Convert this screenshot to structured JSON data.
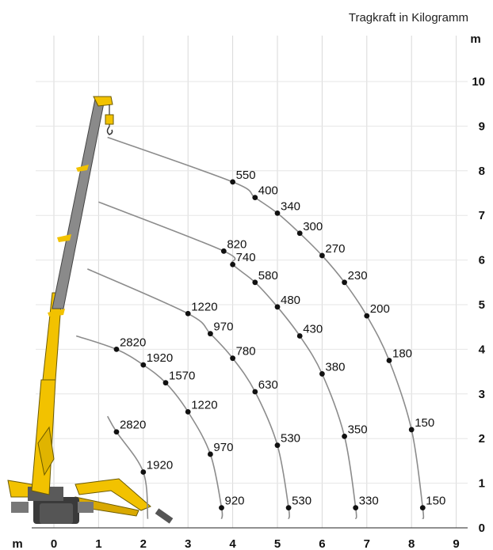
{
  "title": "Tragkraft in Kilogramm",
  "x_axis": {
    "unit": "m",
    "ticks": [
      "0",
      "1",
      "2",
      "3",
      "4",
      "5",
      "6",
      "7",
      "8",
      "9"
    ]
  },
  "y_axis": {
    "unit": "m",
    "ticks": [
      "0",
      "1",
      "2",
      "3",
      "4",
      "5",
      "6",
      "7",
      "8",
      "9",
      "10"
    ]
  },
  "colors": {
    "arc": "#8c8c8c",
    "grid": "#d9d9d9",
    "crane_yellow": "#f2c200",
    "crane_grey": "#8a8a8a",
    "crane_dark": "#3a3a3a"
  },
  "crane_icon": "spider-crane-icon",
  "chart_data": {
    "type": "scatter",
    "title": "Tragkraft in Kilogramm",
    "xlabel": "m",
    "ylabel": "m",
    "xlim": [
      0,
      9
    ],
    "ylim": [
      0,
      10
    ],
    "grid": true,
    "series": [
      {
        "points": [
          {
            "x": 1.4,
            "y": 2.15,
            "label": "2820"
          },
          {
            "x": 2.0,
            "y": 1.25,
            "label": "1920"
          }
        ],
        "arc": [
          [
            1.2,
            2.5
          ],
          [
            2.1,
            0.2
          ]
        ]
      },
      {
        "points": [
          {
            "x": 1.4,
            "y": 4.0,
            "label": "2820"
          },
          {
            "x": 2.0,
            "y": 3.65,
            "label": "1920"
          },
          {
            "x": 2.5,
            "y": 3.25,
            "label": "1570"
          },
          {
            "x": 3.0,
            "y": 2.6,
            "label": "1220"
          },
          {
            "x": 3.5,
            "y": 1.65,
            "label": "970"
          },
          {
            "x": 3.75,
            "y": 0.45,
            "label": "920"
          }
        ],
        "arc": [
          [
            0.5,
            4.3
          ],
          [
            3.75,
            0.2
          ]
        ]
      },
      {
        "points": [
          {
            "x": 3.0,
            "y": 4.8,
            "label": "1220"
          },
          {
            "x": 3.5,
            "y": 4.35,
            "label": "970"
          },
          {
            "x": 4.0,
            "y": 3.8,
            "label": "780"
          },
          {
            "x": 4.5,
            "y": 3.05,
            "label": "630"
          },
          {
            "x": 5.0,
            "y": 1.85,
            "label": "530"
          },
          {
            "x": 5.25,
            "y": 0.45,
            "label": "530"
          }
        ],
        "arc": [
          [
            0.75,
            5.8
          ],
          [
            5.25,
            0.2
          ]
        ]
      },
      {
        "points": [
          {
            "x": 3.8,
            "y": 6.2,
            "label": "820"
          },
          {
            "x": 4.0,
            "y": 5.9,
            "label": "740"
          },
          {
            "x": 4.5,
            "y": 5.5,
            "label": "580"
          },
          {
            "x": 5.0,
            "y": 4.95,
            "label": "480"
          },
          {
            "x": 5.5,
            "y": 4.3,
            "label": "430"
          },
          {
            "x": 6.0,
            "y": 3.45,
            "label": "380"
          },
          {
            "x": 6.5,
            "y": 2.05,
            "label": "350"
          },
          {
            "x": 6.75,
            "y": 0.45,
            "label": "330"
          }
        ],
        "arc": [
          [
            1.0,
            7.3
          ],
          [
            6.75,
            0.2
          ]
        ]
      },
      {
        "points": [
          {
            "x": 4.0,
            "y": 7.75,
            "label": "550"
          },
          {
            "x": 4.5,
            "y": 7.4,
            "label": "400"
          },
          {
            "x": 5.0,
            "y": 7.05,
            "label": "340"
          },
          {
            "x": 5.5,
            "y": 6.6,
            "label": "300"
          },
          {
            "x": 6.0,
            "y": 6.1,
            "label": "270"
          },
          {
            "x": 6.5,
            "y": 5.5,
            "label": "230"
          },
          {
            "x": 7.0,
            "y": 4.75,
            "label": "200"
          },
          {
            "x": 7.5,
            "y": 3.75,
            "label": "180"
          },
          {
            "x": 8.0,
            "y": 2.2,
            "label": "150"
          },
          {
            "x": 8.25,
            "y": 0.45,
            "label": "150"
          }
        ],
        "arc": [
          [
            1.2,
            8.75
          ],
          [
            8.25,
            0.2
          ]
        ]
      }
    ]
  }
}
